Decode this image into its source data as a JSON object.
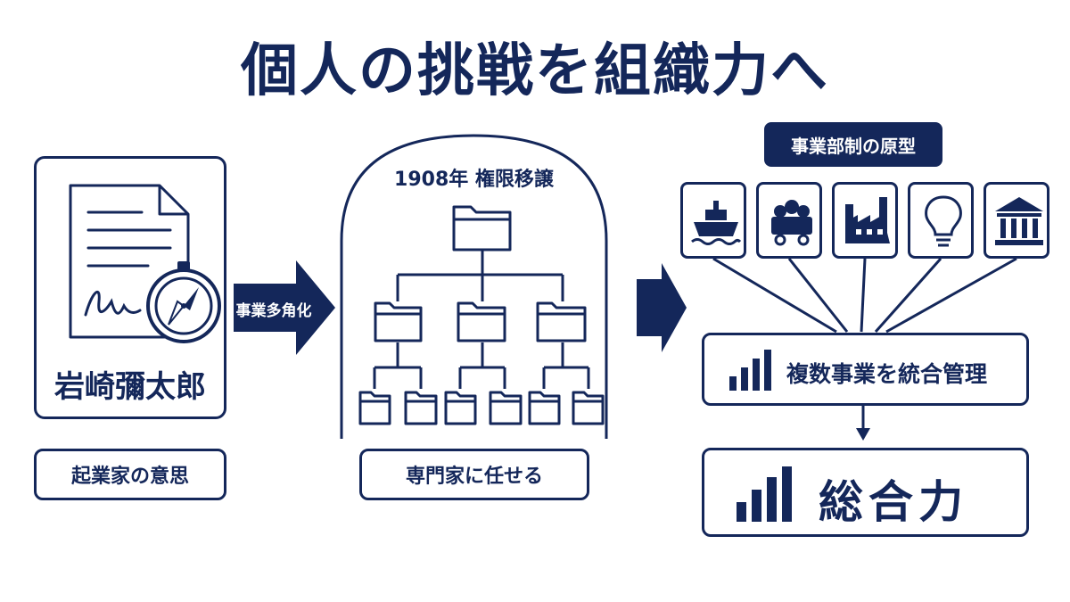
{
  "title": "個人の挑戦を組織力へ",
  "left": {
    "name": "岩崎彌太郎",
    "caption": "起業家の意思"
  },
  "arrow1_label": "事業多角化",
  "middle": {
    "heading": "1908年 権限移譲",
    "caption": "専門家に任せる"
  },
  "right": {
    "header": "事業部制の原型",
    "icons": [
      "ship-icon",
      "mine-cart-icon",
      "factory-icon",
      "lightbulb-icon",
      "bank-icon"
    ],
    "management": "複数事業を統合管理",
    "result": "総合力"
  },
  "colors": {
    "navy": "#14275a",
    "background": "#ffffff"
  }
}
